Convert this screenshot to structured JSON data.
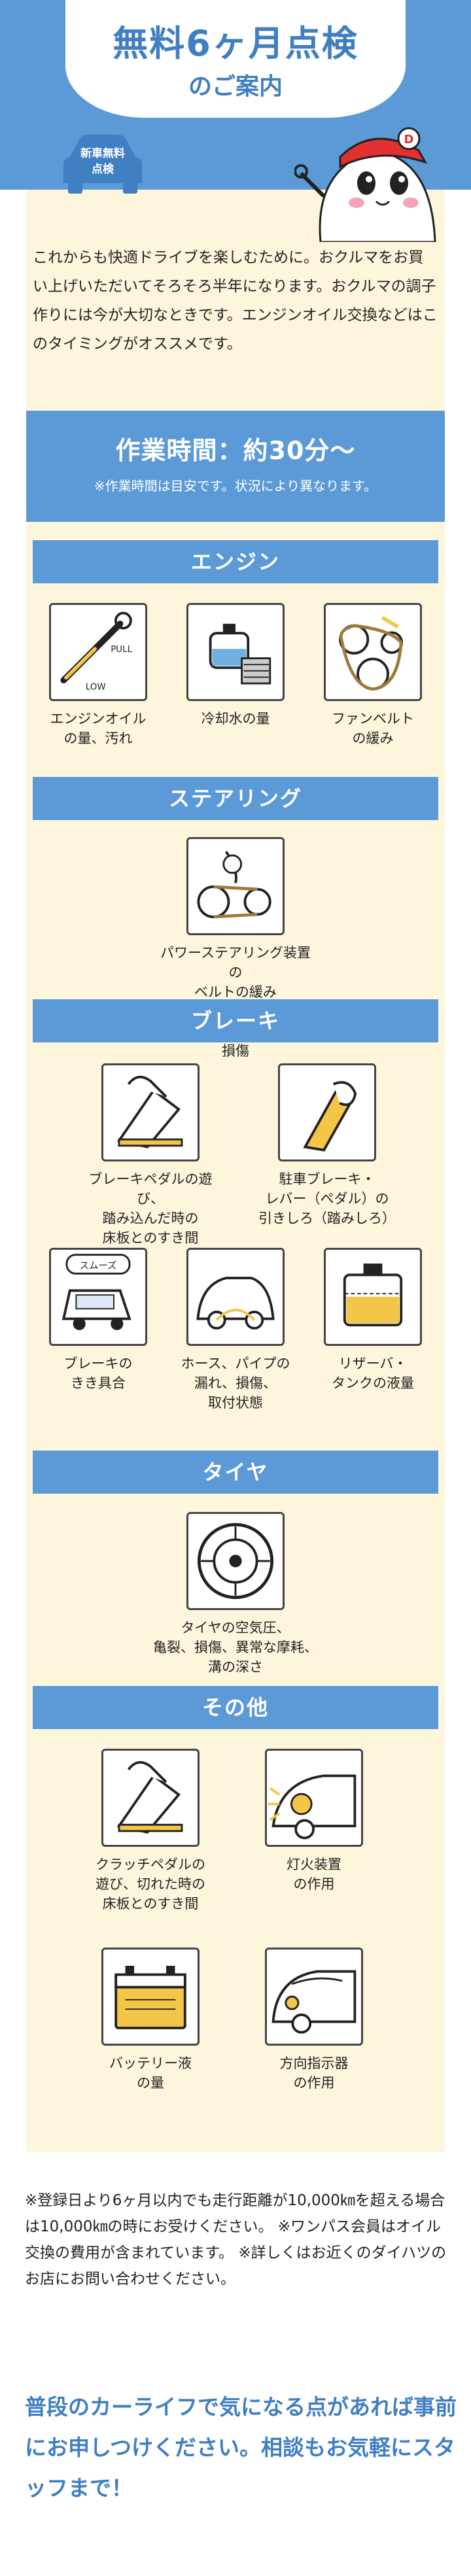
{
  "header": {
    "title": "無料6ヶ月点検",
    "subtitle": "のご案内",
    "badge_line1": "新車無料",
    "badge_line2": "点検",
    "mascot_cap_letter": "D"
  },
  "intro": "これからも快適ドライブを楽しむために。おクルマをお買い上げいただいてそろそろ半年になります。おクルマの調子作りには今が大切なときです。エンジンオイル交換などはこのタイミングがオススメです。",
  "work_time": {
    "title": "作業時間：約30分〜",
    "note": "※作業時間は目安です。状況により異なります。"
  },
  "sections": {
    "engine": {
      "title": "エンジン",
      "items": [
        {
          "label": "エンジンオイル\nの量、汚れ",
          "icon": "oil-dipstick-icon",
          "pull": "PULL",
          "low": "LOW"
        },
        {
          "label": "冷却水の量",
          "icon": "coolant-tank-icon"
        },
        {
          "label": "ファンベルト\nの緩み",
          "icon": "fan-belt-icon"
        }
      ]
    },
    "steering": {
      "title": "ステアリング",
      "items": [
        {
          "label": "パワーステアリング装置の\nベルトの緩み\n（電動パワステ車は除く）、\n損傷",
          "icon": "steering-belt-icon"
        }
      ]
    },
    "brake": {
      "title": "ブレーキ",
      "items": [
        {
          "label": "ブレーキペダルの遊び、\n踏み込んだ時の\n床板とのすき間",
          "icon": "brake-pedal-icon"
        },
        {
          "label": "駐車ブレーキ・\nレバー（ペダル）の\n引きしろ（踏みしろ）",
          "icon": "parking-brake-icon"
        },
        {
          "label": "ブレーキの\nきき具合",
          "icon": "car-smooth-icon",
          "bubble": "スムーズ"
        },
        {
          "label": "ホース、パイプの\n漏れ、損傷、\n取付状態",
          "icon": "car-hose-icon"
        },
        {
          "label": "リザーバ・\nタンクの液量",
          "icon": "reservoir-tank-icon"
        }
      ]
    },
    "tire": {
      "title": "タイヤ",
      "items": [
        {
          "label": "タイヤの空気圧、\n亀裂、損傷、異常な摩耗、\n溝の深さ",
          "icon": "tire-icon"
        }
      ]
    },
    "other": {
      "title": "その他",
      "items": [
        {
          "label": "クラッチペダルの\n遊び、切れた時の\n床板とのすき間",
          "icon": "clutch-pedal-icon"
        },
        {
          "label": "灯火装置\nの作用",
          "icon": "headlight-icon"
        },
        {
          "label": "バッテリー液\nの量",
          "icon": "battery-icon"
        },
        {
          "label": "方向指示器\nの作用",
          "icon": "turn-signal-icon"
        }
      ]
    }
  },
  "notes": "※登録日より6ヶ月以内でも走行距離が10,000㎞を超える場合は10,000㎞の時にお受けください。 ※ワンパス会員はオイル交換の費用が含まれています。 ※詳しくはお近くのダイハツのお店にお問い合わせください。",
  "closing": "普段のカーライフで気になる点があれば事前にお申しつけください。相談もお気軽にスタッフまで！",
  "colors": {
    "blue": "#5b9ad6",
    "dark_blue": "#3f7fc2",
    "cream": "#fdf6dd",
    "accent_yellow": "#f3c648"
  }
}
